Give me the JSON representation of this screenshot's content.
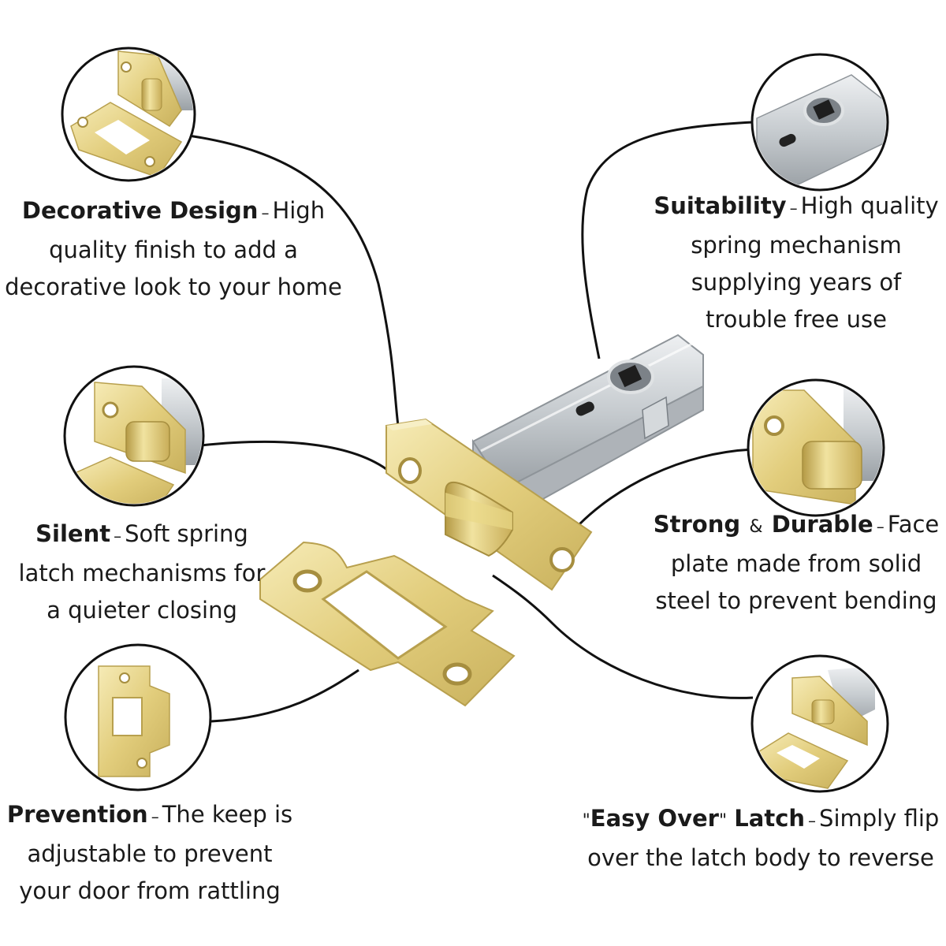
{
  "features": {
    "decorative": {
      "title": "Decorative Design",
      "dash": "–",
      "lead": "High",
      "line2": "quality finish to add a",
      "line3": "decorative look to your home"
    },
    "silent": {
      "title": "Silent",
      "dash": "–",
      "lead": "Soft spring",
      "line2": "latch mechanisms for",
      "line3": "a quieter closing"
    },
    "prevention": {
      "title": "Prevention",
      "dash": "–",
      "lead": "The keep is",
      "line2": "adjustable to prevent",
      "line3": "your door from rattling"
    },
    "suitability": {
      "title": "Suitability",
      "dash": "–",
      "lead": "High quality",
      "line2": "spring mechanism",
      "line3": "supplying years of",
      "line4": "trouble free use"
    },
    "strong": {
      "title_a": "Strong",
      "amp": "&",
      "title_b": "Durable",
      "dash": "–",
      "lead": "Face",
      "line2": "plate made from solid",
      "line3": "steel to prevent bending"
    },
    "easy": {
      "quote_open": "\"",
      "title_a": "Easy Over",
      "quote_close": "\"",
      "title_b": "Latch",
      "dash": "–",
      "lead": "Simply flip",
      "line2": "over the latch body to reverse"
    }
  },
  "colors": {
    "brass": "#e2cd7c",
    "brass_light": "#f3e6ab",
    "brass_dark": "#b8a04e",
    "steel": "#c9cdd1",
    "steel_light": "#e7eaec",
    "steel_dark": "#8e9499",
    "line": "#111111"
  }
}
